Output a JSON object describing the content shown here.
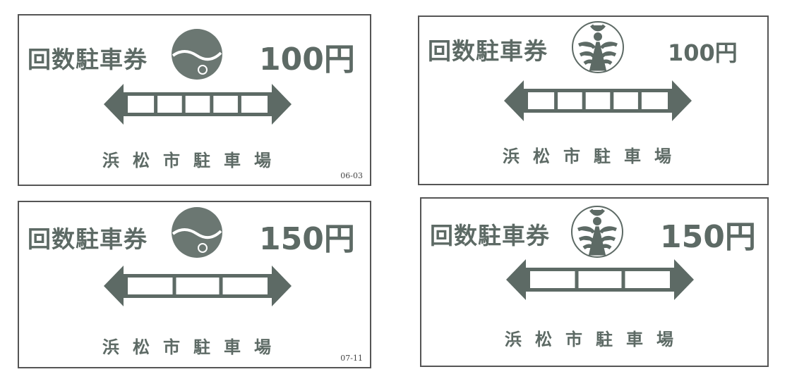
{
  "colors": {
    "ink": "#5d6a65",
    "border": "#555555"
  },
  "tickets": [
    {
      "title": "回数駐車券",
      "price": "100円",
      "place": "浜松市駐車場",
      "code": "06-03",
      "logo": "wave-emblem-icon",
      "segments": 5
    },
    {
      "title": "回数駐車券",
      "price": "100円",
      "place": "浜松市駐車場",
      "logo": "city-crest-icon",
      "segments": 5
    },
    {
      "title": "回数駐車券",
      "price": "150円",
      "place": "浜松市駐車場",
      "code": "07-11",
      "logo": "wave-emblem-icon",
      "segments": 3
    },
    {
      "title": "回数駐車券",
      "price": "150円",
      "place": "浜松市駐車場",
      "logo": "city-crest-icon",
      "segments": 3
    }
  ]
}
